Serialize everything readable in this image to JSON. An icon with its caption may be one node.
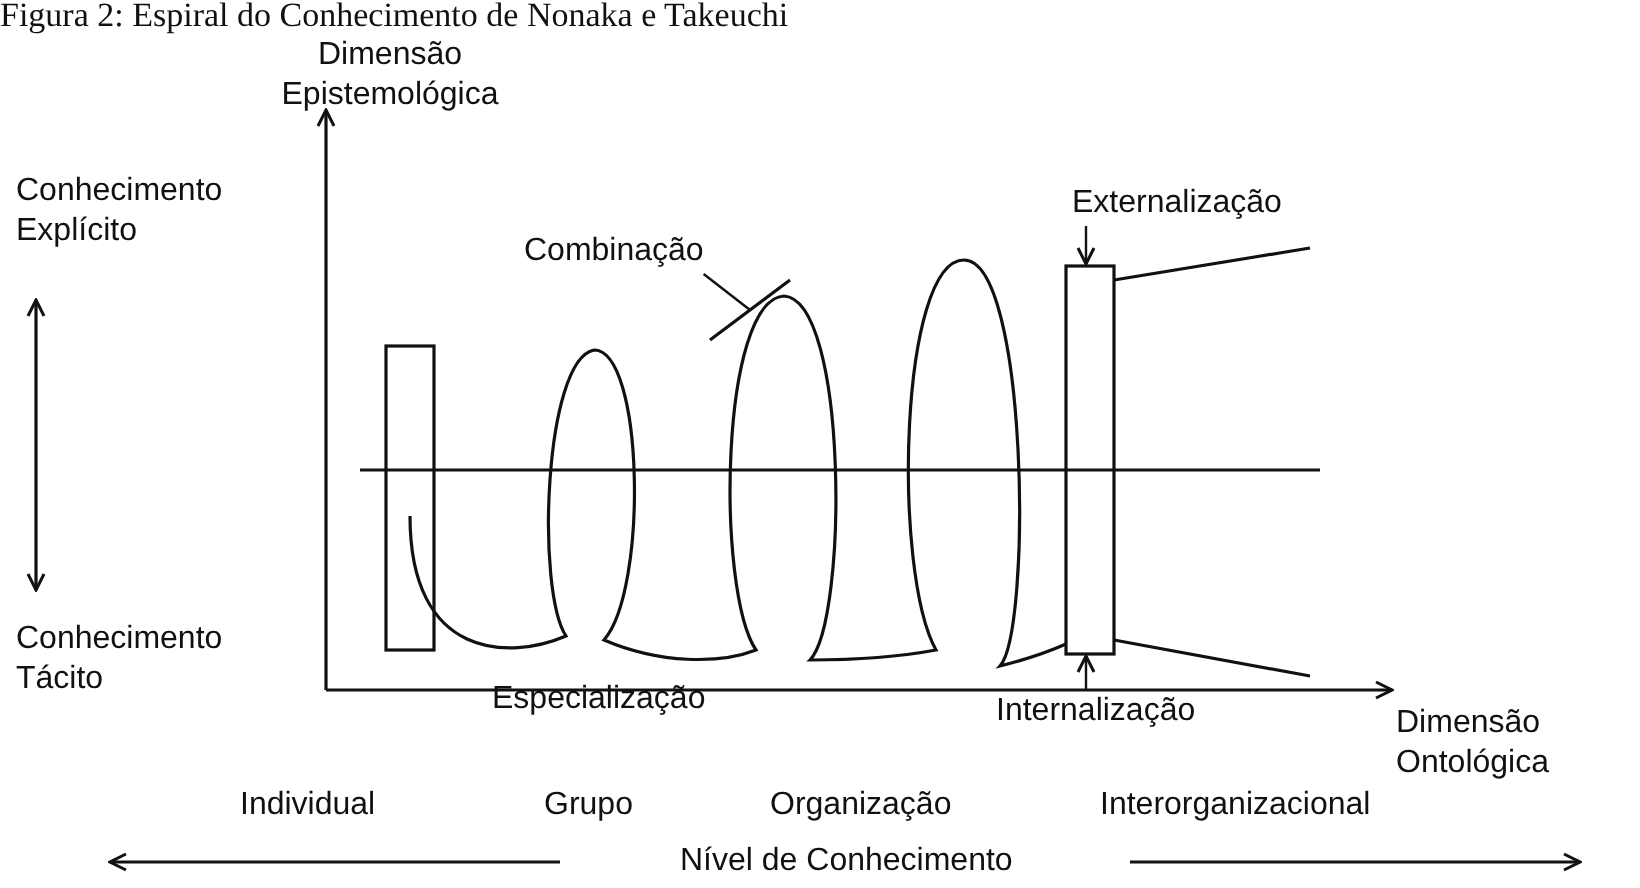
{
  "diagram": {
    "title": "Figura 2: Espiral do Conhecimento de Nonaka e Takeuchi",
    "nodes": [
      {
        "text": [],
        "shape": "box"
      },
      {
        "text": [
          "Combinação"
        ]
      },
      {
        "text": [],
        "shape": "line"
      },
      {
        "text": [
          "Externalização"
        ]
      },
      {
        "text": [],
        "shape": "box"
      },
      {
        "text": [
          "Internalização"
        ]
      }
    ],
    "edges": [
      {
        "from": 1,
        "to": 2,
        "arrow": "none"
      },
      {
        "from": 3,
        "to": 4,
        "arrow": "to"
      },
      {
        "from": 5,
        "to": 4,
        "arrow": "to"
      }
    ],
    "labels": [
      "Dimensão Epistemológica",
      "Conhecimento Explícito",
      "Conhecimento Tácito",
      "Especialização",
      "Dimensão Ontológica",
      "Individual",
      "Grupo",
      "Organização",
      "Interorganizacional",
      "Nível de Conhecimento"
    ]
  }
}
